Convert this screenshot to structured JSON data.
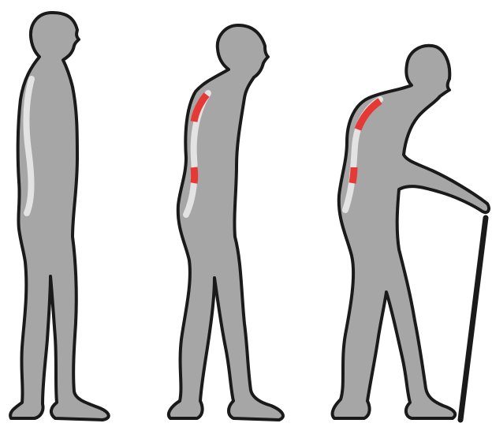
{
  "illustration": {
    "background": "#ffffff",
    "colors": {
      "body": "#a6a6a6",
      "outline": "#1a1a1a",
      "spine": "#e3e3e3",
      "affected_spine": "#e53935",
      "cane": "#1a1a1a"
    },
    "figures": [
      {
        "posture": "upright",
        "spine_affected_segments": 0,
        "has_cane": false
      },
      {
        "posture": "slightly-stooped",
        "spine_affected_segments": 2,
        "has_cane": false
      },
      {
        "posture": "hunched-with-cane",
        "spine_affected_segments": 2,
        "has_cane": true
      }
    ]
  }
}
